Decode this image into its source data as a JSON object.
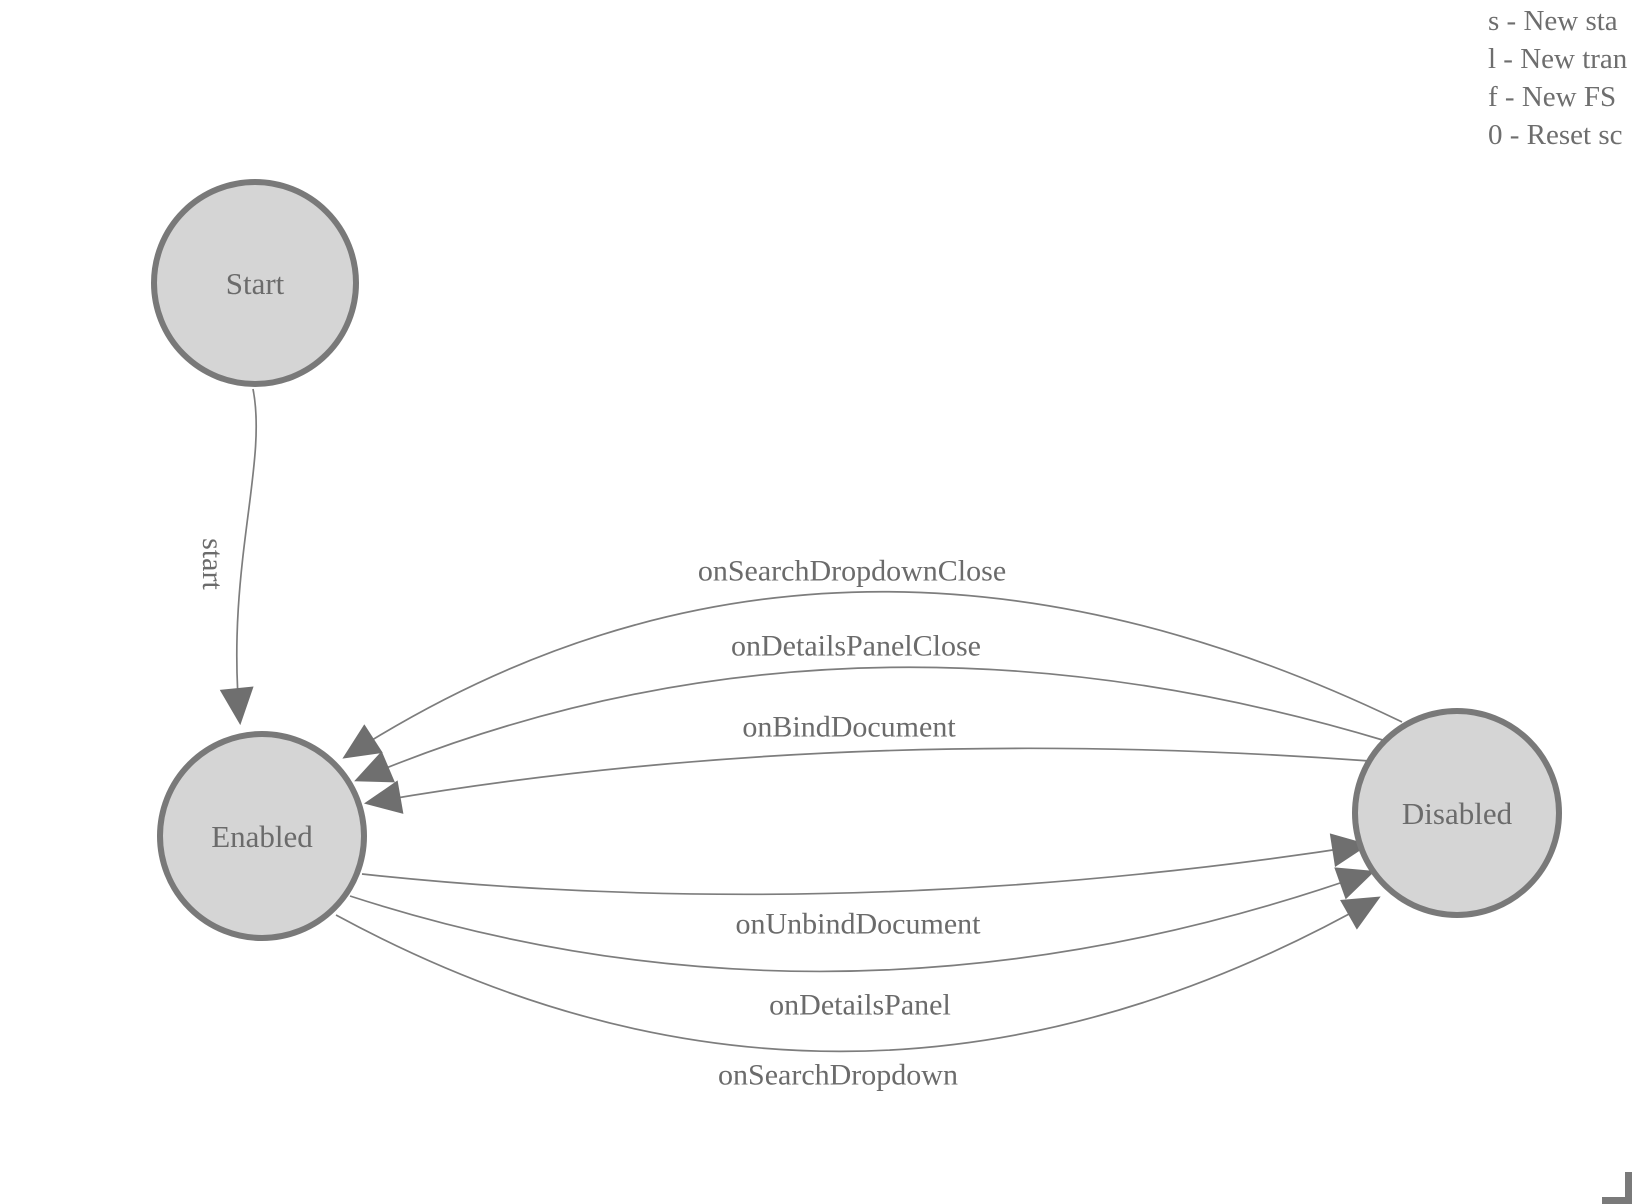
{
  "legend": {
    "lines": [
      "s - New sta",
      "l - New tran",
      "f - New FS",
      "0 - Reset sc"
    ]
  },
  "states": [
    {
      "label": "Start"
    },
    {
      "label": "Enabled"
    },
    {
      "label": "Disabled"
    }
  ],
  "transitions": [
    {
      "label": "start",
      "from": "Start",
      "to": "Enabled"
    },
    {
      "label": "onSearchDropdownClose",
      "from": "Disabled",
      "to": "Enabled"
    },
    {
      "label": "onDetailsPanelClose",
      "from": "Disabled",
      "to": "Enabled"
    },
    {
      "label": "onBindDocument",
      "from": "Disabled",
      "to": "Enabled"
    },
    {
      "label": "onUnbindDocument",
      "from": "Enabled",
      "to": "Disabled"
    },
    {
      "label": "onDetailsPanel",
      "from": "Enabled",
      "to": "Disabled"
    },
    {
      "label": "onSearchDropdown",
      "from": "Enabled",
      "to": "Disabled"
    }
  ],
  "colors": {
    "state_fill": "#d5d5d5",
    "state_stroke": "#797979",
    "edge_stroke": "#7d7d7d",
    "arrow_fill": "#6f6f6f",
    "text": "#6b6b6b"
  }
}
